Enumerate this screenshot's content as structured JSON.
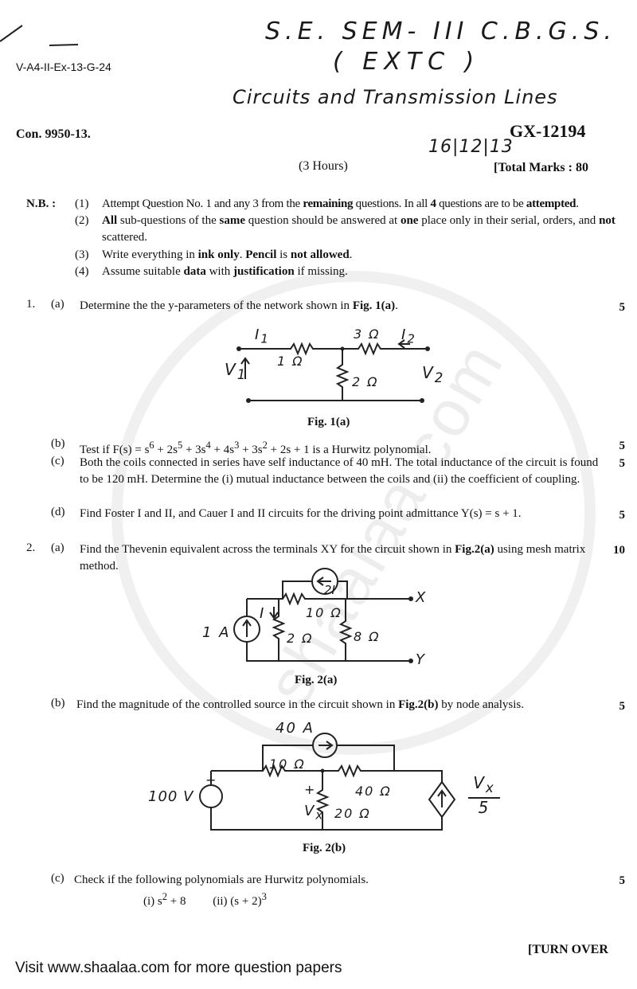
{
  "header": {
    "code": "V-A4-II-Ex-13-G-24",
    "hand_line1": "S.E. SEM- III C.B.G.S.",
    "hand_line2": "( EXTC )",
    "hand_line3": "Circuits and Transmission Lines",
    "hand_date": "16|12|13",
    "con_no": "Con. 9950-13.",
    "paper_code": "GX-12194",
    "duration": "(3 Hours)",
    "total_marks": "[Total Marks : 80"
  },
  "nb": {
    "label": "N.B. :",
    "items": [
      {
        "num": "(1)",
        "html": "Attempt Question No. 1 and any 3 from the <b>remaining</b> questions. In all <b>4</b> questions are to be <b>attempted</b>."
      },
      {
        "num": "(2)",
        "html": "<b>All</b> sub-questions of the <b>same</b> question should be answered at <b>one</b> place only in their serial, orders, and <b>not</b> scattered."
      },
      {
        "num": "(3)",
        "html": "Write everything in <b>ink only</b>. <b>Pencil</b> is <b>not allowed</b>."
      },
      {
        "num": "(4)",
        "html": "Assume suitable <b>data</b> with <b>justification</b> if missing."
      }
    ]
  },
  "q1": {
    "num": "1.",
    "a": {
      "label": "(a)",
      "html": "Determine the the y-parameters of the network shown in <b>Fig. 1(a)</b>.",
      "marks": "5"
    },
    "fig_caption": "Fig. 1(a)",
    "fig_labels": {
      "i1": "I",
      "i1sub": "1",
      "r1": "1 Ω",
      "r3": "3 Ω",
      "i2": "I",
      "i2sub": "2",
      "r2": "2 Ω",
      "v1": "V",
      "v1sub": "1",
      "v2": "V",
      "v2sub": "2"
    },
    "b": {
      "label": "(b)",
      "html": "Test if F(s) = s<sup>6</sup> + 2s<sup>5</sup> + 3s<sup>4</sup> + 4s<sup>3</sup> + 3s<sup>2</sup> + 2s + 1 is a Hurwitz polynomial.",
      "marks": "5"
    },
    "c": {
      "label": "(c)",
      "html": "Both the coils connected in series have self inductance of 40 mH. The total inductance of the circuit is found to be 120 mH. Determine the (i) mutual inductance between the coils and (ii) the coefficient of coupling.",
      "marks": "5"
    },
    "d": {
      "label": "(d)",
      "html": "Find Foster I and II, and Cauer I and II circuits for the driving point admittance Y(s) = s + 1.",
      "marks": "5"
    }
  },
  "q2": {
    "num": "2.",
    "a": {
      "label": "(a)",
      "html": "Find the Thevenin equivalent across the terminals XY for the circuit shown in <b>Fig.2(a)</b> using mesh matrix method.",
      "marks": "10"
    },
    "fig2a_caption": "Fig. 2(a)",
    "fig2a_labels": {
      "src": "1 A",
      "i": "I",
      "dep": "2I",
      "r10": "10 Ω",
      "r2": "2 Ω",
      "r8": "8 Ω",
      "x": "X",
      "y": "Y"
    },
    "b": {
      "label": "(b)",
      "html": "Find the magnitude of the controlled source in the circuit shown in <b>Fig.2(b)</b> by node analysis.",
      "marks": "5"
    },
    "fig2b_caption": "Fig. 2(b)",
    "fig2b_labels": {
      "cs": "40 A",
      "r10": "10 Ω",
      "r40": "40 Ω",
      "r20": "20 Ω",
      "v": "100 V",
      "vx": "V",
      "vxsub": "x",
      "dep_num": "V",
      "dep_sub": "x",
      "dep_den": "5",
      "plus": "+"
    },
    "c": {
      "label": "(c)",
      "html": "Check if the following polynomials are Hurwitz polynomials.",
      "marks": "5"
    },
    "c_sub": "(i)  s<sup>2</sup> + 8 &nbsp;&nbsp;&nbsp;&nbsp;&nbsp;&nbsp;&nbsp; (ii)  (s + 2)<sup>3</sup>"
  },
  "turn_over": "[TURN OVER",
  "footer": "Visit www.shaalaa.com for more question papers",
  "watermark": "shaalaa.com"
}
